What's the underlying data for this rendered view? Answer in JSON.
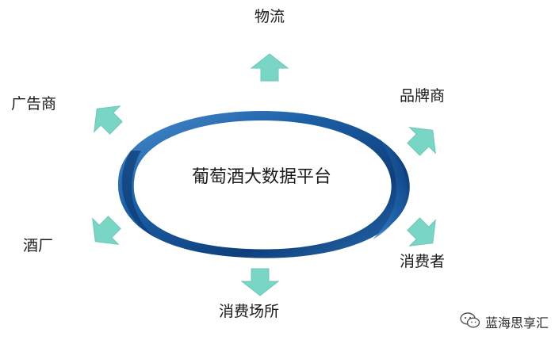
{
  "center": {
    "label": "葡萄酒大数据平台"
  },
  "nodes": [
    {
      "id": "logistics",
      "label": "物流"
    },
    {
      "id": "brand",
      "label": "品牌商"
    },
    {
      "id": "consumer",
      "label": "消费者"
    },
    {
      "id": "venue",
      "label": "消费场所"
    },
    {
      "id": "winery",
      "label": "酒厂"
    },
    {
      "id": "advertiser",
      "label": "广告商"
    }
  ],
  "watermark": {
    "text": "蓝海思享汇",
    "icon": "wechat-icon"
  },
  "colors": {
    "ring_dark": "#0e3f7c",
    "ring_mid": "#1c5fa6",
    "ring_light": "#4d8fcf",
    "arrow": "#7ad6c4",
    "arrow_edge": "#6cc7b6",
    "text": "#1a1a1a"
  }
}
